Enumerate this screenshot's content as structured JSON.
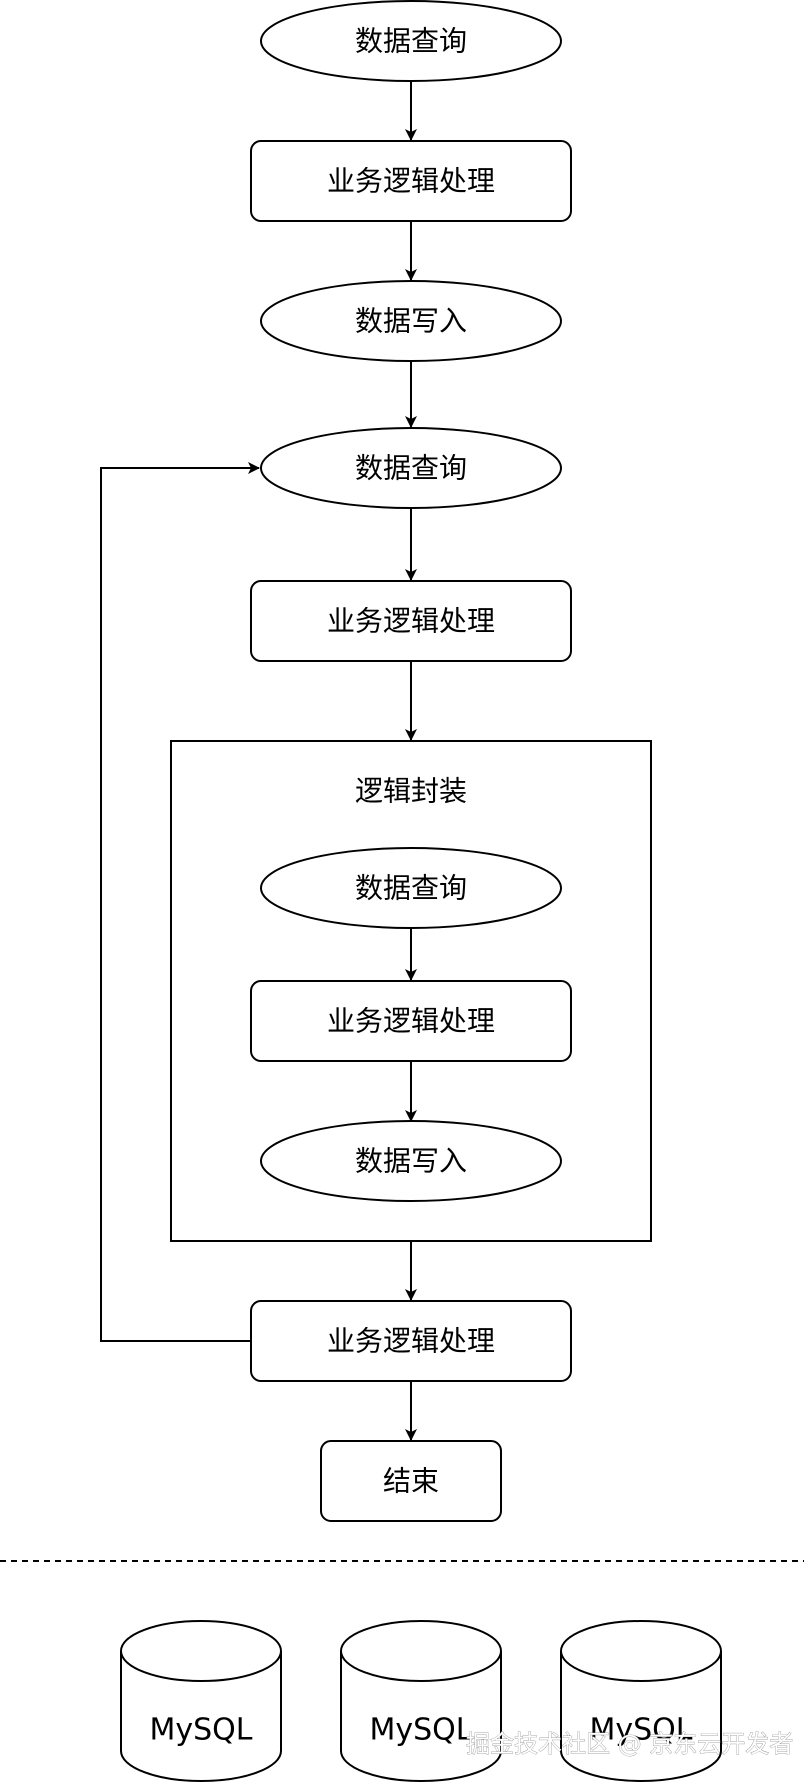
{
  "diagram": {
    "top": {
      "query": "数据查询",
      "process": "业务逻辑处理",
      "write": "数据写入"
    },
    "loop": {
      "query": "数据查询",
      "process": "业务逻辑处理"
    },
    "encapsulation": {
      "title": "逻辑封装",
      "query": "数据查询",
      "process": "业务逻辑处理",
      "write": "数据写入"
    },
    "after": {
      "process": "业务逻辑处理",
      "end": "结束"
    },
    "databases": [
      "MySQL",
      "MySQL",
      "MySQL"
    ]
  },
  "watermark": "掘金技术社区 @ 京东云开发者"
}
